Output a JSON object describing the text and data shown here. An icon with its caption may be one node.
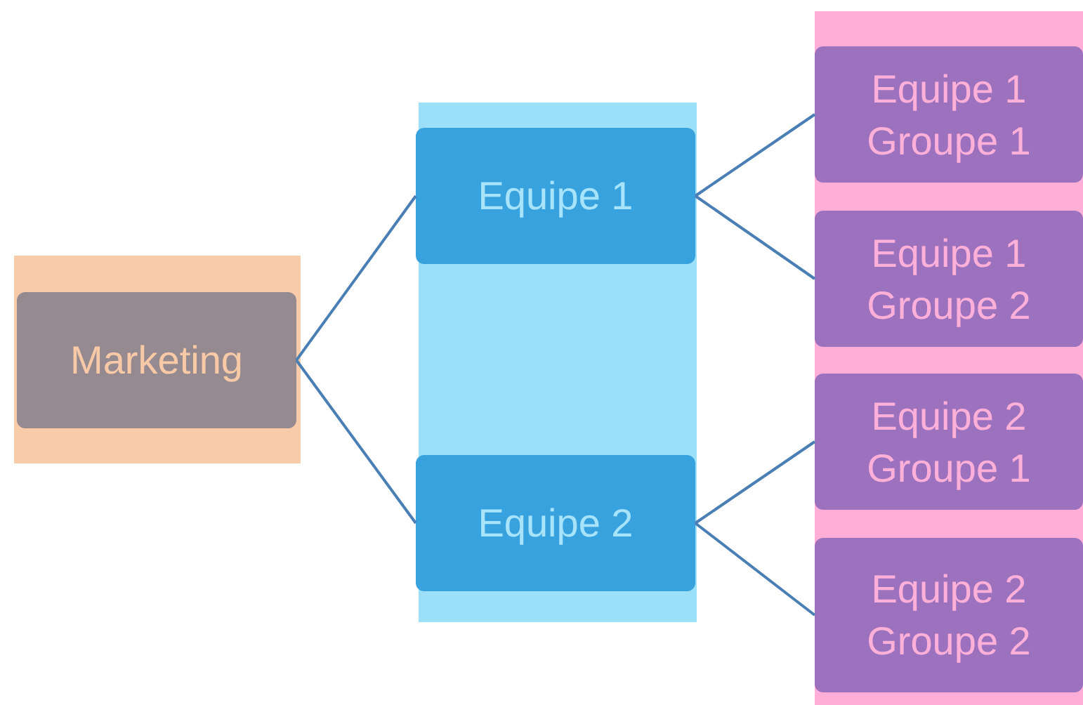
{
  "diagram": {
    "nodes": [
      {
        "text": [],
        "shape": "box"
      },
      {
        "text": [
          "Marketing"
        ],
        "in": 0
      },
      {
        "text": [],
        "shape": "box"
      },
      {
        "text": [
          "Equipe 1"
        ],
        "in": 2
      },
      {
        "text": [
          "Equipe 2"
        ],
        "in": 2
      },
      {
        "text": [],
        "shape": "box"
      },
      {
        "text": [
          "Equipe 1 Groupe 1"
        ],
        "in": 5
      },
      {
        "text": [
          "Equipe 1 Groupe 2"
        ],
        "in": 5
      },
      {
        "text": [
          "Equipe 2 Groupe 1"
        ],
        "in": 5
      },
      {
        "text": [
          "Equipe 2 Groupe 2"
        ],
        "in": 5
      }
    ],
    "edges": [
      {
        "from": 1,
        "to": 3,
        "arrow": "none"
      },
      {
        "from": 1,
        "to": 4,
        "arrow": "none"
      },
      {
        "from": 3,
        "to": 6,
        "arrow": "none"
      },
      {
        "from": 3,
        "to": 7,
        "arrow": "none"
      },
      {
        "from": 4,
        "to": 8,
        "arrow": "none"
      },
      {
        "from": 4,
        "to": 9,
        "arrow": "none"
      }
    ]
  }
}
